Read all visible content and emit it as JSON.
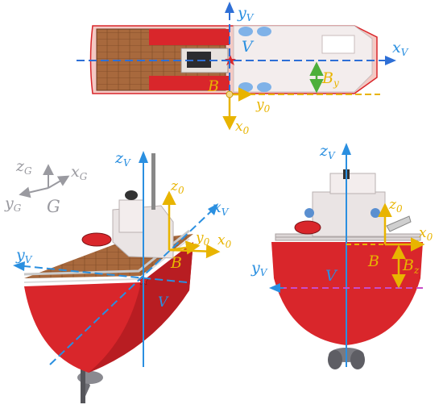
{
  "colors": {
    "axis_blue": "#2a8fe0",
    "dash_blue": "#2e6fd6",
    "hull_red": "#d9262b",
    "deck_wood": "#a8693d",
    "yellow": "#e8b400",
    "green": "#4caf3a",
    "gray_axes": "#9a9aa0",
    "magenta_dash": "#c84cc8",
    "cabin_white": "#f3eded"
  },
  "labels": {
    "top_yV": "y",
    "top_yV_sub": "V",
    "top_xV": "x",
    "top_xV_sub": "V",
    "top_V": "V",
    "top_B": "B",
    "top_By": "B",
    "top_By_sub": "y",
    "top_y0": "y",
    "top_y0_sub": "0",
    "top_x0": "x",
    "top_x0_sub": "0",
    "g_zG": "z",
    "g_zG_sub": "G",
    "g_xG": "x",
    "g_xG_sub": "G",
    "g_yG": "y",
    "g_yG_sub": "G",
    "g_G": "G",
    "left_zV": "z",
    "left_zV_sub": "V",
    "left_xV": "x",
    "left_xV_sub": "V",
    "left_yV": "y",
    "left_yV_sub": "V",
    "left_z0": "z",
    "left_z0_sub": "0",
    "left_y0": "y",
    "left_y0_sub": "0",
    "left_x0": "x",
    "left_x0_sub": "0",
    "left_B": "B",
    "left_V": "V",
    "right_zV": "z",
    "right_zV_sub": "V",
    "right_z0": "z",
    "right_z0_sub": "0",
    "right_x0": "x",
    "right_x0_sub": "0",
    "right_yV": "y",
    "right_yV_sub": "V",
    "right_B": "B",
    "right_Bz": "B",
    "right_Bz_sub": "z",
    "right_V": "V"
  }
}
